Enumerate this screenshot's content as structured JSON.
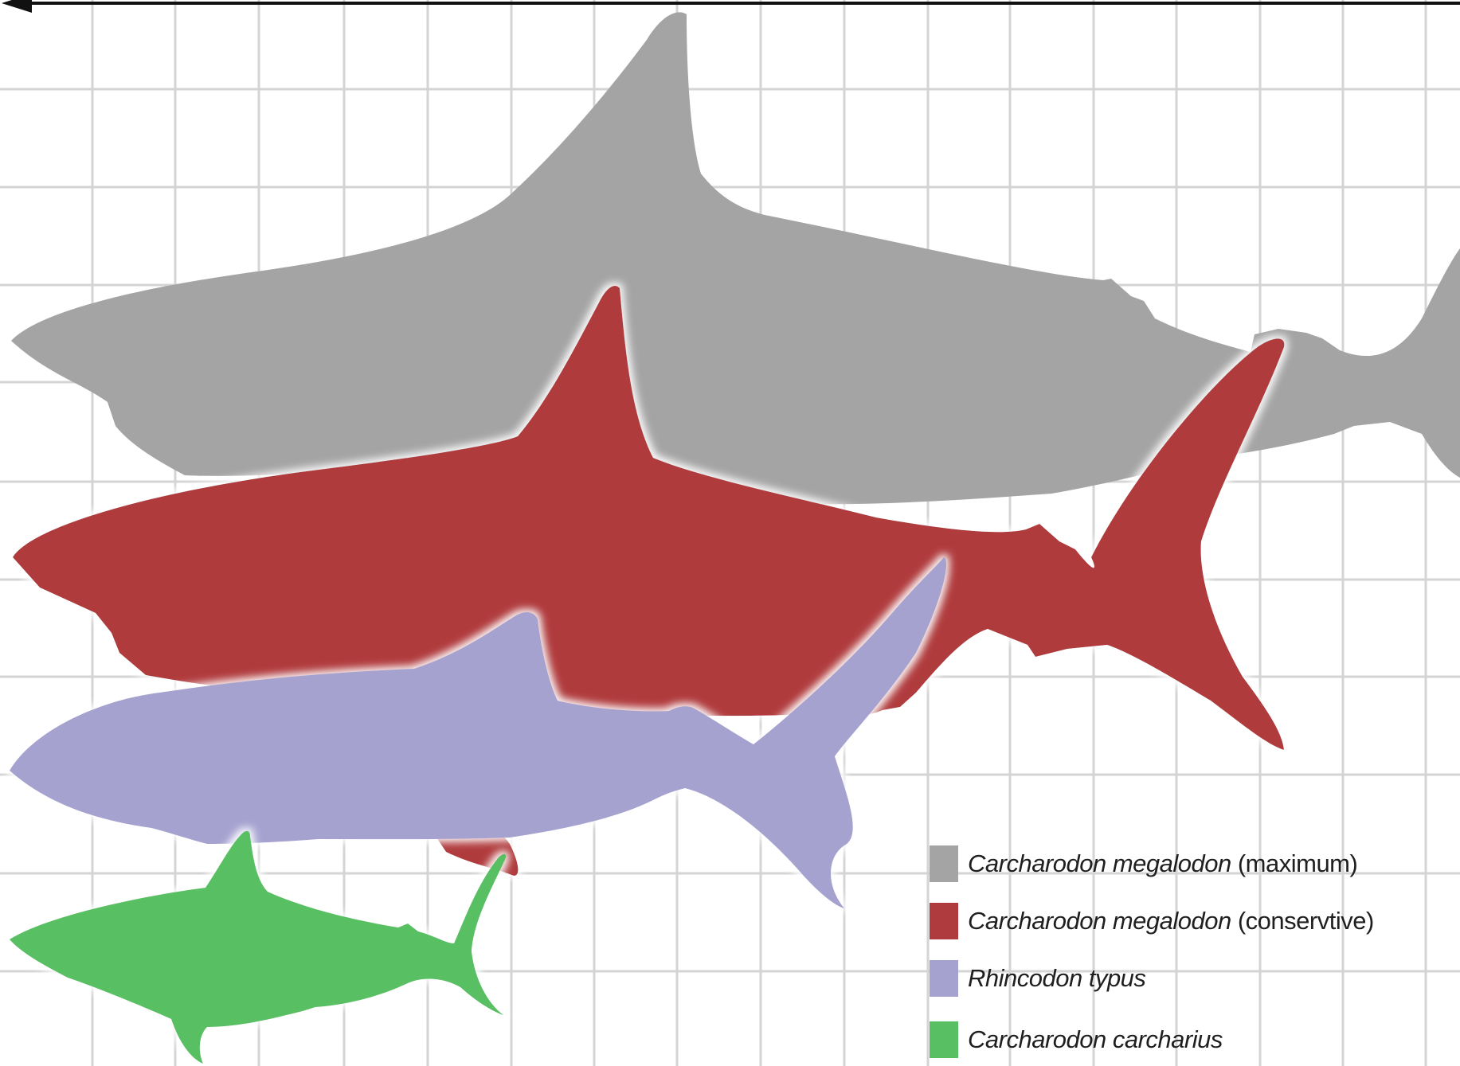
{
  "colors": {
    "background": "#ffffff",
    "grid": "#d4d4d4",
    "scale_arrow": "#111111",
    "megalodon_maximum": "#a4a4a4",
    "megalodon_conservative": "#b03b3e",
    "whale_shark": "#a6a2d0",
    "great_white": "#58c063"
  },
  "figure": {
    "grid_lines": "on",
    "scale_arrow": "top edge, pointing left"
  },
  "sharks": [
    {
      "key": "megalodon_maximum",
      "icon": "grey-shark-silhouette"
    },
    {
      "key": "megalodon_conservative",
      "icon": "red-shark-silhouette"
    },
    {
      "key": "whale_shark",
      "icon": "lavender-shark-silhouette"
    },
    {
      "key": "great_white",
      "icon": "green-shark-silhouette"
    }
  ],
  "legend": {
    "items": [
      {
        "color": "#a4a4a4",
        "name": "Carcharodon megalodon",
        "qualifier": " (maximum)"
      },
      {
        "color": "#b03b3e",
        "name": "Carcharodon megalodon",
        "qualifier": " (conservtive)"
      },
      {
        "color": "#a6a2d0",
        "name": "Rhincodon typus",
        "qualifier": ""
      },
      {
        "color": "#58c063",
        "name": "Carcharodon carcharius",
        "qualifier": ""
      }
    ]
  }
}
